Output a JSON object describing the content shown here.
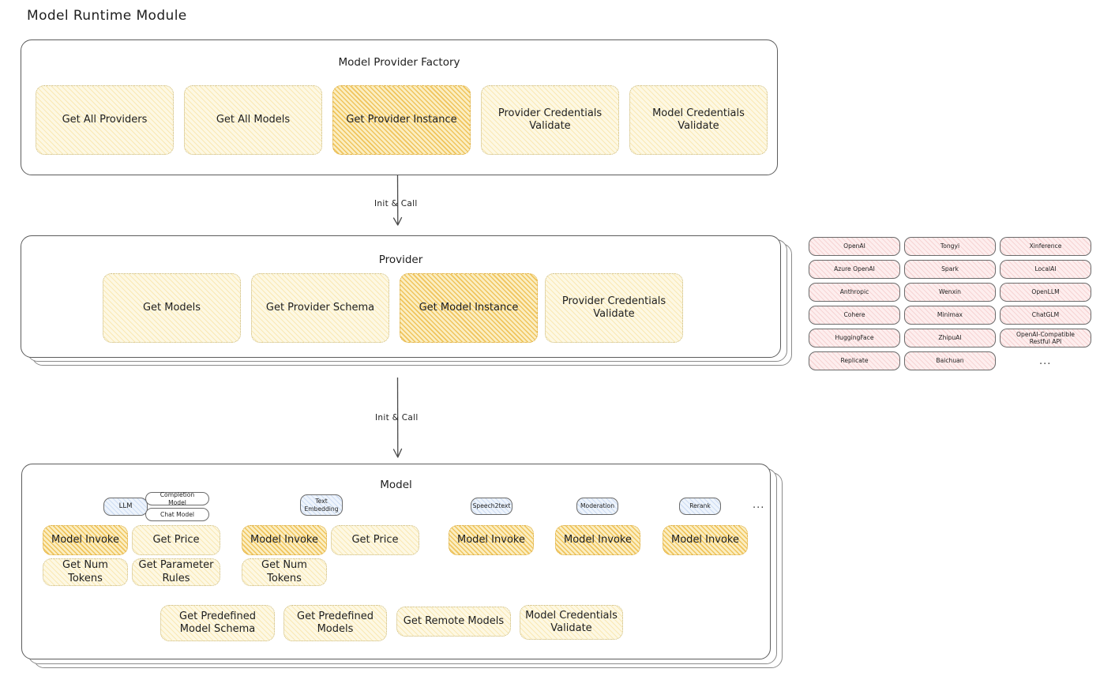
{
  "page": {
    "title": "Model Runtime Module"
  },
  "factory": {
    "title": "Model Provider Factory",
    "nodes": [
      {
        "label": "Get All Providers",
        "highlight": false
      },
      {
        "label": "Get All Models",
        "highlight": false
      },
      {
        "label": "Get Provider Instance",
        "highlight": true
      },
      {
        "label": "Provider Credentials Validate",
        "highlight": false
      },
      {
        "label": "Model Credentials Validate",
        "highlight": false
      }
    ]
  },
  "arrows": [
    {
      "label": "Init & Call",
      "from": "Model Provider Factory",
      "to": "Provider"
    },
    {
      "label": "Init & Call",
      "from": "Provider",
      "to": "Model"
    }
  ],
  "provider": {
    "title": "Provider",
    "nodes": [
      {
        "label": "Get Models",
        "highlight": false
      },
      {
        "label": "Get Provider Schema",
        "highlight": false
      },
      {
        "label": "Get Model Instance",
        "highlight": true
      },
      {
        "label": "Provider Credentials Validate",
        "highlight": false
      }
    ]
  },
  "provider_list": {
    "columns": [
      [
        "OpenAI",
        "Azure OpenAI",
        "Anthropic",
        "Cohere",
        "HuggingFace",
        "Replicate"
      ],
      [
        "Tongyi",
        "Spark",
        "Wenxin",
        "Minimax",
        "ZhipuAI",
        "Baichuan"
      ],
      [
        "Xinference",
        "LocalAI",
        "OpenLLM",
        "ChatGLM",
        "OpenAI-Compatible Restful API"
      ]
    ],
    "more": "..."
  },
  "model": {
    "title": "Model",
    "more": "...",
    "types": [
      {
        "name": "LLM",
        "badges": [
          "Completion Model",
          "Chat Model"
        ],
        "ops": [
          {
            "label": "Model Invoke",
            "highlight": true
          },
          {
            "label": "Get Price",
            "highlight": false
          },
          {
            "label": "Get Num Tokens",
            "highlight": false
          },
          {
            "label": "Get Parameter Rules",
            "highlight": false
          }
        ]
      },
      {
        "name": "Text Embedding",
        "badges": [],
        "ops": [
          {
            "label": "Model Invoke",
            "highlight": true
          },
          {
            "label": "Get Price",
            "highlight": false
          },
          {
            "label": "Get Num Tokens",
            "highlight": false
          }
        ]
      },
      {
        "name": "Speech2text",
        "badges": [],
        "ops": [
          {
            "label": "Model Invoke",
            "highlight": true
          }
        ]
      },
      {
        "name": "Moderation",
        "badges": [],
        "ops": [
          {
            "label": "Model Invoke",
            "highlight": true
          }
        ]
      },
      {
        "name": "Rerank",
        "badges": [],
        "ops": [
          {
            "label": "Model Invoke",
            "highlight": true
          }
        ]
      }
    ],
    "shared_ops": [
      "Get Predefined Model Schema",
      "Get Predefined Models",
      "Get Remote Models",
      "Model Credentials Validate"
    ]
  },
  "colors": {
    "highlight_fill": "#f6d67a",
    "node_fill": "#fdf8e3",
    "provider_tag_fill": "#fdeeee",
    "model_type_fill": "#eef4fc",
    "stroke": "#5c5c5c"
  }
}
